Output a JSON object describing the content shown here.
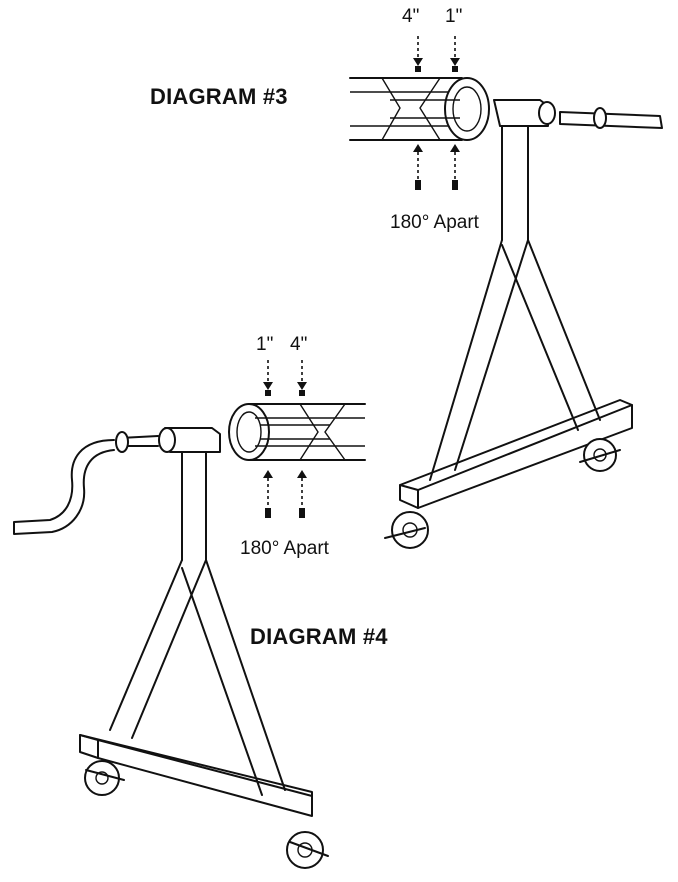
{
  "diagram3": {
    "title": "DIAGRAM #3",
    "dim_left": "4\"",
    "dim_right": "1\"",
    "note": "180° Apart"
  },
  "diagram4": {
    "title": "DIAGRAM #4",
    "dim_left": "1\"",
    "dim_right": "4\"",
    "note": "180° Apart"
  }
}
